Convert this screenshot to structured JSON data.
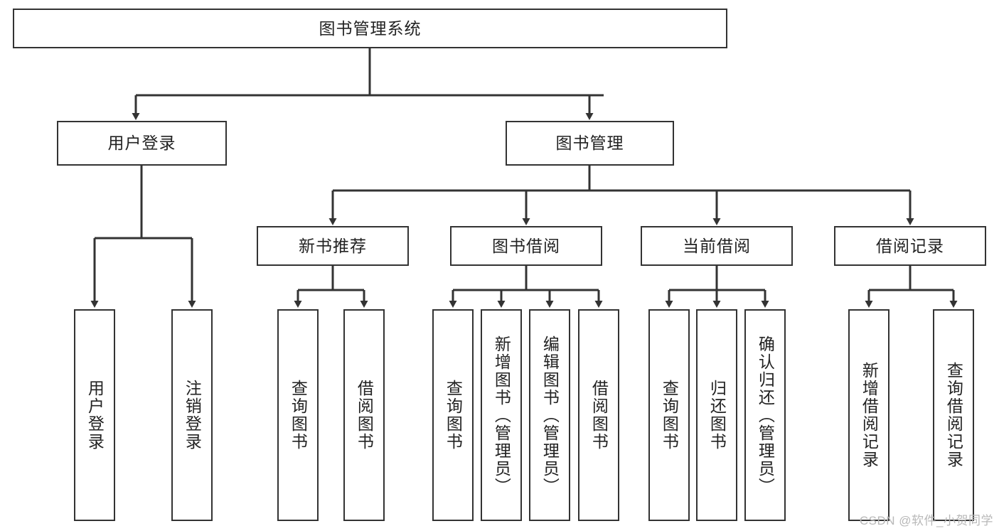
{
  "diagram": {
    "title": "图书管理系统",
    "type": "tree-hierarchy",
    "nodes": {
      "root": {
        "label": "图书管理系统"
      },
      "level1": [
        {
          "id": "user-login",
          "label": "用户登录"
        },
        {
          "id": "book-management",
          "label": "图书管理"
        }
      ],
      "level2": [
        {
          "id": "new-book-recommend",
          "label": "新书推荐"
        },
        {
          "id": "book-borrow",
          "label": "图书借阅"
        },
        {
          "id": "current-borrow",
          "label": "当前借阅"
        },
        {
          "id": "borrow-record",
          "label": "借阅记录"
        }
      ],
      "leaves": [
        {
          "id": "leaf-user-login",
          "label": "用户登录"
        },
        {
          "id": "leaf-logout-login",
          "label": "注销登录"
        },
        {
          "id": "leaf-query-book-1",
          "label": "查询图书"
        },
        {
          "id": "leaf-borrow-book-1",
          "label": "借阅图书"
        },
        {
          "id": "leaf-query-book-2",
          "label": "查询图书"
        },
        {
          "id": "leaf-add-book",
          "label": "新增图书（管理员）"
        },
        {
          "id": "leaf-edit-book",
          "label": "编辑图书（管理员）"
        },
        {
          "id": "leaf-borrow-book-2",
          "label": "借阅图书"
        },
        {
          "id": "leaf-query-book-3",
          "label": "查询图书"
        },
        {
          "id": "leaf-return-book",
          "label": "归还图书"
        },
        {
          "id": "leaf-confirm-return",
          "label": "确认归还（管理员）"
        },
        {
          "id": "leaf-add-borrow-record",
          "label": "新增借阅记录"
        },
        {
          "id": "leaf-query-borrow-record",
          "label": "查询借阅记录"
        }
      ]
    },
    "colors": {
      "border": "#333333",
      "background": "#ffffff",
      "text": "#222222",
      "connector": "#333333",
      "watermark": "#b8b8b8"
    }
  },
  "watermark": {
    "text": "CSDN @软件_小贺同学"
  }
}
